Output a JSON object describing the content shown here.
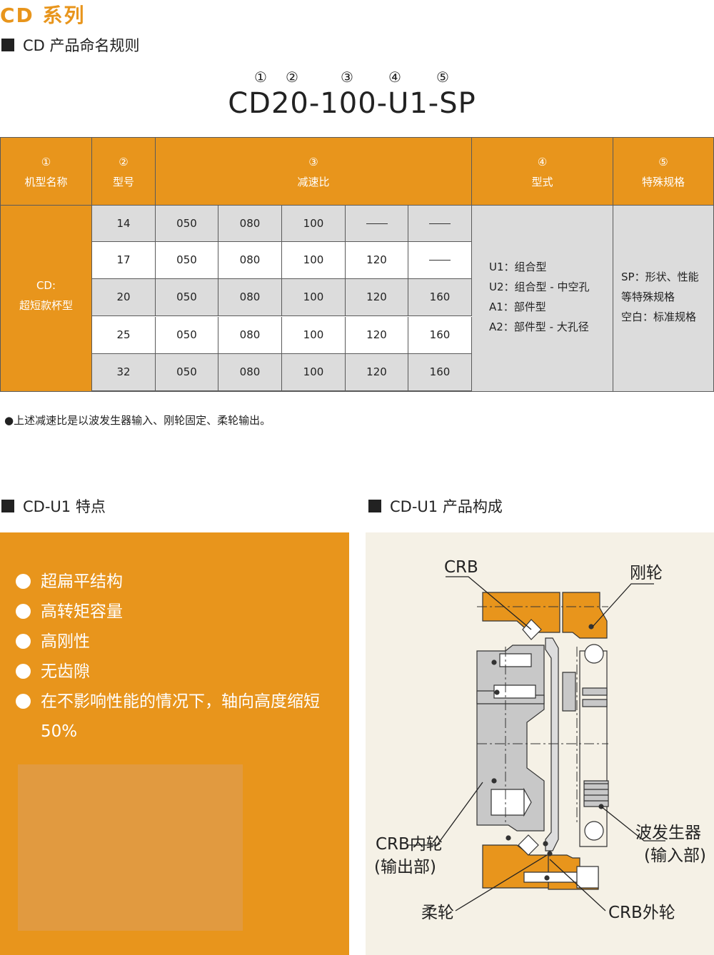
{
  "series_title": "CD 系列",
  "naming_rule": {
    "heading": "CD 产品命名规则",
    "numbers": [
      "①",
      "②",
      "③",
      "④",
      "⑤"
    ],
    "code": "CD20-100-U1-SP"
  },
  "table": {
    "headers": [
      {
        "num": "①",
        "label": "机型名称"
      },
      {
        "num": "②",
        "label": "型号"
      },
      {
        "num": "③",
        "label": "减速比"
      },
      {
        "num": "④",
        "label": "型式"
      },
      {
        "num": "⑤",
        "label": "特殊规格"
      }
    ],
    "model_name": [
      "CD:",
      "超短款杯型"
    ],
    "rows": [
      {
        "model": "14",
        "ratios": [
          "050",
          "080",
          "100",
          "",
          ""
        ]
      },
      {
        "model": "17",
        "ratios": [
          "050",
          "080",
          "100",
          "120",
          ""
        ]
      },
      {
        "model": "20",
        "ratios": [
          "050",
          "080",
          "100",
          "120",
          "160"
        ]
      },
      {
        "model": "25",
        "ratios": [
          "050",
          "080",
          "100",
          "120",
          "160"
        ]
      },
      {
        "model": "32",
        "ratios": [
          "050",
          "080",
          "100",
          "120",
          "160"
        ]
      }
    ],
    "types": [
      "U1：组合型",
      "U2：组合型 - 中空孔",
      "A1：部件型",
      "A2：部件型 - 大孔径"
    ],
    "special": [
      "SP：形状、性能",
      "等特殊规格",
      "空白：标准规格"
    ]
  },
  "note": "●上述减速比是以波发生器输入、刚轮固定、柔轮输出。",
  "features": {
    "heading": "CD-U1 特点",
    "items": [
      "超扁平结构",
      "高转矩容量",
      "高刚性",
      "无齿隙",
      "在不影响性能的情况下，轴向高度缩短 50%"
    ]
  },
  "composition": {
    "heading": "CD-U1 产品构成",
    "labels": {
      "crb": "CRB",
      "circular_spline": "刚轮",
      "crb_inner": "CRB内轮",
      "crb_inner_sub": "(输出部)",
      "wave_generator": "波发生器",
      "wave_generator_sub": "(输入部)",
      "flexspline": "柔轮",
      "crb_outer": "CRB外轮"
    }
  },
  "colors": {
    "accent": "#E8951C",
    "gray_cell": "#DCDCDC",
    "diagram_bg": "#F5F1E6"
  }
}
